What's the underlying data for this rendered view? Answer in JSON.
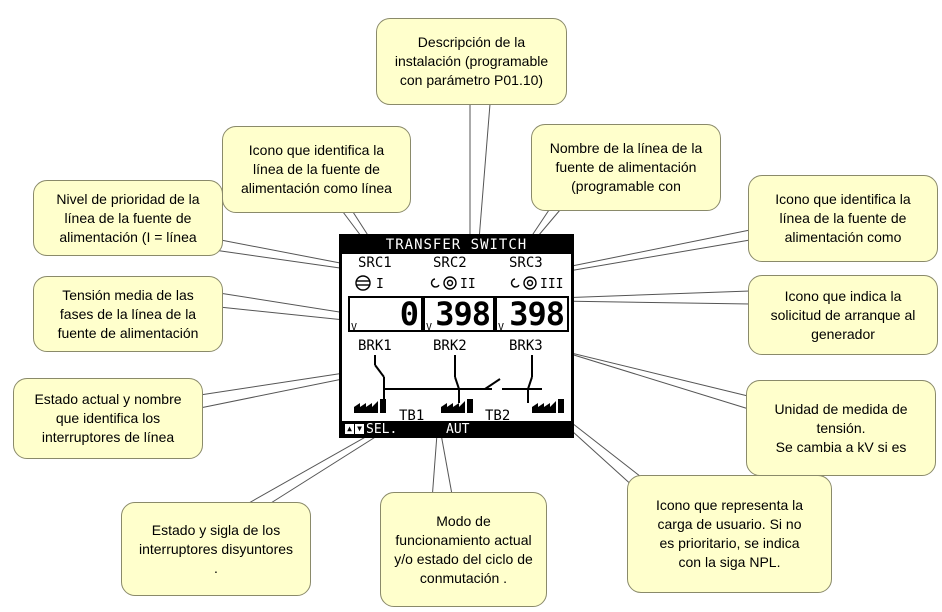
{
  "callouts": {
    "description": "Descripción de la\ninstalación (programable\ncon parámetro P01.10)",
    "src1_icon": "Icono que identifica la\nlínea de la fuente de\nalimentación como línea",
    "src_name": "Nombre de la línea de la\nfuente de alimentación\n(programable  con",
    "priority": "Nivel de prioridad de la\nlínea de la fuente de\nalimentación  (I = línea",
    "src3_icon": "Icono que identifica la\nlínea de la fuente de\nalimentación como",
    "voltage": "Tensión media de las\nfases de la línea de la\nfuente de alimentación",
    "gen_request": "Icono que indica la\nsolicitud de arranque al\ngenerador",
    "breaker_state": "Estado actual y nombre\nque identifica los\ninterruptores de línea",
    "unit": "Unidad de medida de\ntensión.\nSe cambia a kV si es",
    "tie_breaker": "Estado y sigla de los\ninterruptores disyuntores\n.",
    "mode": "Modo de\nfuncionamiento actual\ny/o estado del ciclo de\nconmutación .",
    "load_icon": "Icono que representa la\ncarga de usuario. Si no\nes prioritario, se indica\ncon la siga NPL."
  },
  "lcd": {
    "title": "TRANSFER SWITCH",
    "sources": [
      "SRC1",
      "SRC2",
      "SRC3"
    ],
    "priorities": [
      "I",
      "II",
      "III"
    ],
    "voltages": [
      "0",
      "398",
      "398"
    ],
    "unit": "V",
    "breakers": [
      "BRK1",
      "BRK2",
      "BRK3"
    ],
    "ties": [
      "TB1",
      "TB2"
    ],
    "nav": "SEL.",
    "mode": "AUT"
  }
}
